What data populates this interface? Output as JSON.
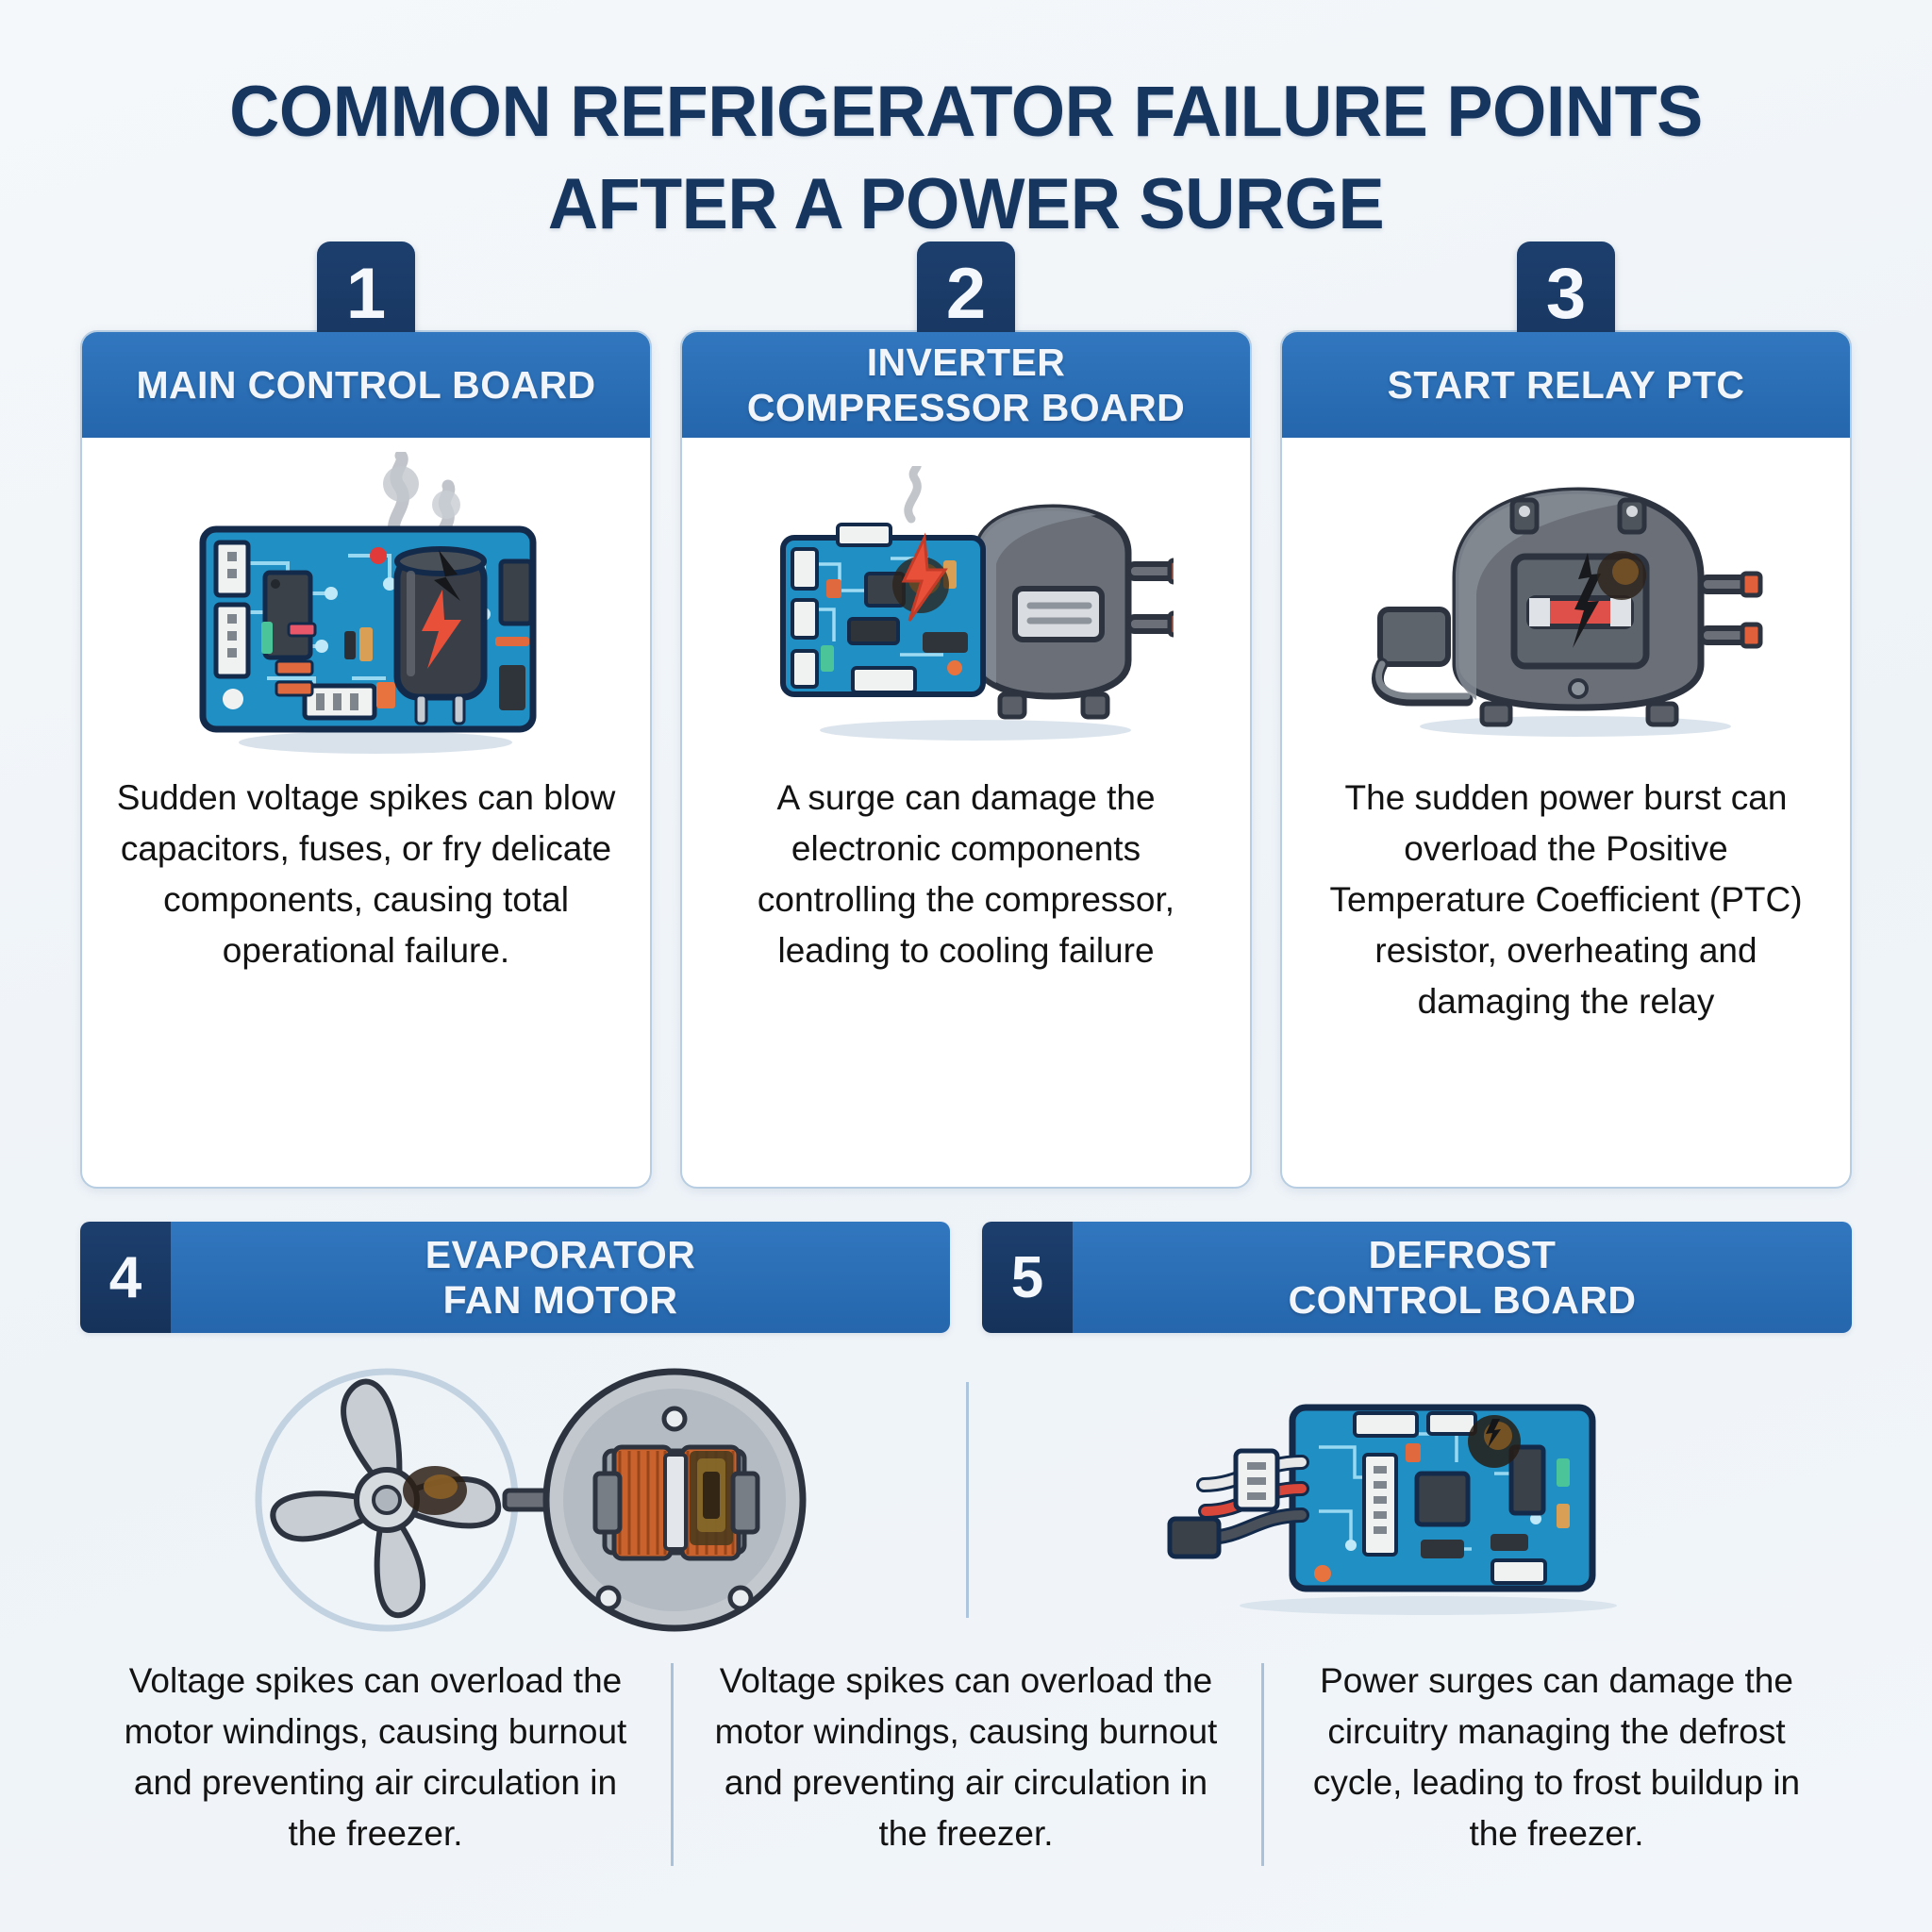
{
  "title": {
    "line1": "COMMON REFRIGERATOR FAILURE POINTS",
    "line2": "AFTER A POWER SURGE"
  },
  "colors": {
    "navy": "#16355f",
    "header_blue": "#2b6cb8",
    "badge_navy": "#1d3f6e",
    "card_border": "#b7cde2",
    "page_bg": "#f2f6fa",
    "body_text": "#131313",
    "spark_red": "#e8503a",
    "pcb_blue": "#1f8fc4",
    "metal_gray": "#6b7078",
    "copper": "#c9622c"
  },
  "cards": [
    {
      "number": "1",
      "title_line1": "MAIN CONTROL BOARD",
      "title_line2": "",
      "art": "pcb-capacitor-smoke",
      "body": "Sudden voltage spikes can blow capacitors, fuses, or fry delicate components, causing total operational failure."
    },
    {
      "number": "2",
      "title_line1": "INVERTER",
      "title_line2": "COMPRESSOR BOARD",
      "art": "inverter-board-compressor",
      "body": "A surge can damage the electronic components controlling the compressor, leading to cooling failure"
    },
    {
      "number": "3",
      "title_line1": "START RELAY PTC",
      "title_line2": "",
      "art": "compressor-start-relay",
      "body": "The sudden power burst can overload the Positive Temperature Coefficient (PTC) resistor, overheating and damaging the relay"
    }
  ],
  "bottom_bars": [
    {
      "number": "4",
      "title_line1": "EVAPORATOR",
      "title_line2": "FAN MOTOR"
    },
    {
      "number": "5",
      "title_line1": "DEFROST",
      "title_line2": "CONTROL BOARD"
    }
  ],
  "bottom_art": [
    "fan-blade-burnt",
    "motor-windings-burnt",
    "defrost-board-burnt"
  ],
  "bottom_texts": [
    "Voltage spikes can overload the motor windings, causing burnout and preventing air circulation in the freezer.",
    "Voltage spikes can overload the motor windings, causing burnout and preventing air circulation in the freezer.",
    "Power surges can damage the circuitry managing the defrost cycle, leading to frost buildup in the freezer."
  ]
}
